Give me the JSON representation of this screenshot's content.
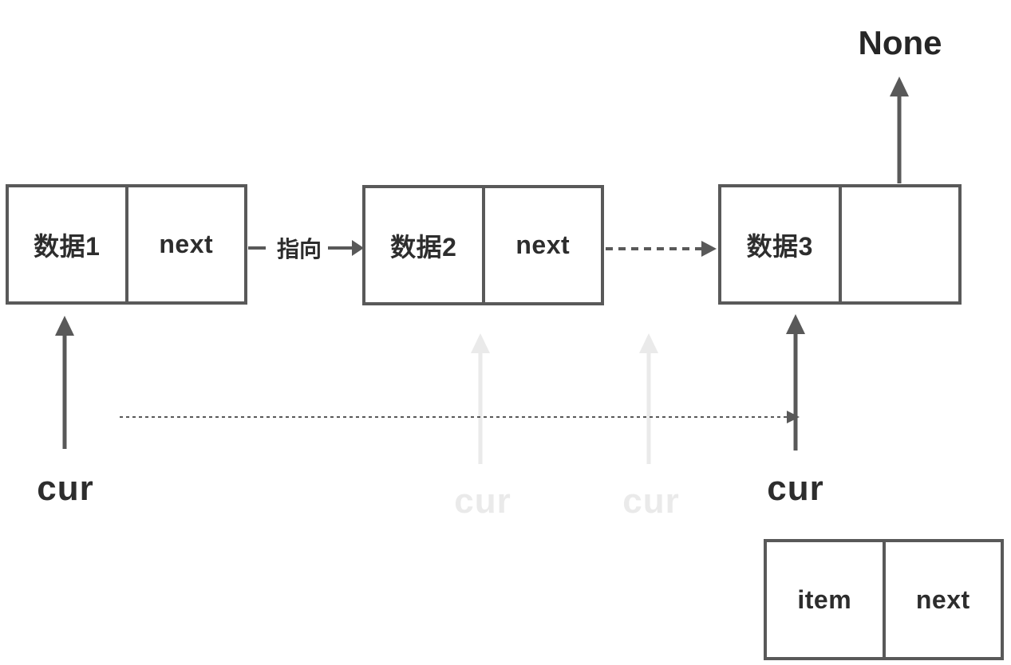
{
  "colors": {
    "stroke": "#595959",
    "text_dark": "#2d2d2d",
    "none_text": "#262626",
    "faded": "#eaeaea",
    "background": "#ffffff"
  },
  "nodes": [
    {
      "data_label": "数据1",
      "next_label": "next"
    },
    {
      "data_label": "数据2",
      "next_label": "next"
    },
    {
      "data_label": "数据3",
      "next_label": ""
    }
  ],
  "labels": {
    "none": "None",
    "pointer": "指向",
    "cur_left": "cur",
    "cur_right": "cur",
    "cur_faded_1": "cur",
    "cur_faded_2": "cur"
  },
  "legend": {
    "item_label": "item",
    "next_label": "next"
  }
}
